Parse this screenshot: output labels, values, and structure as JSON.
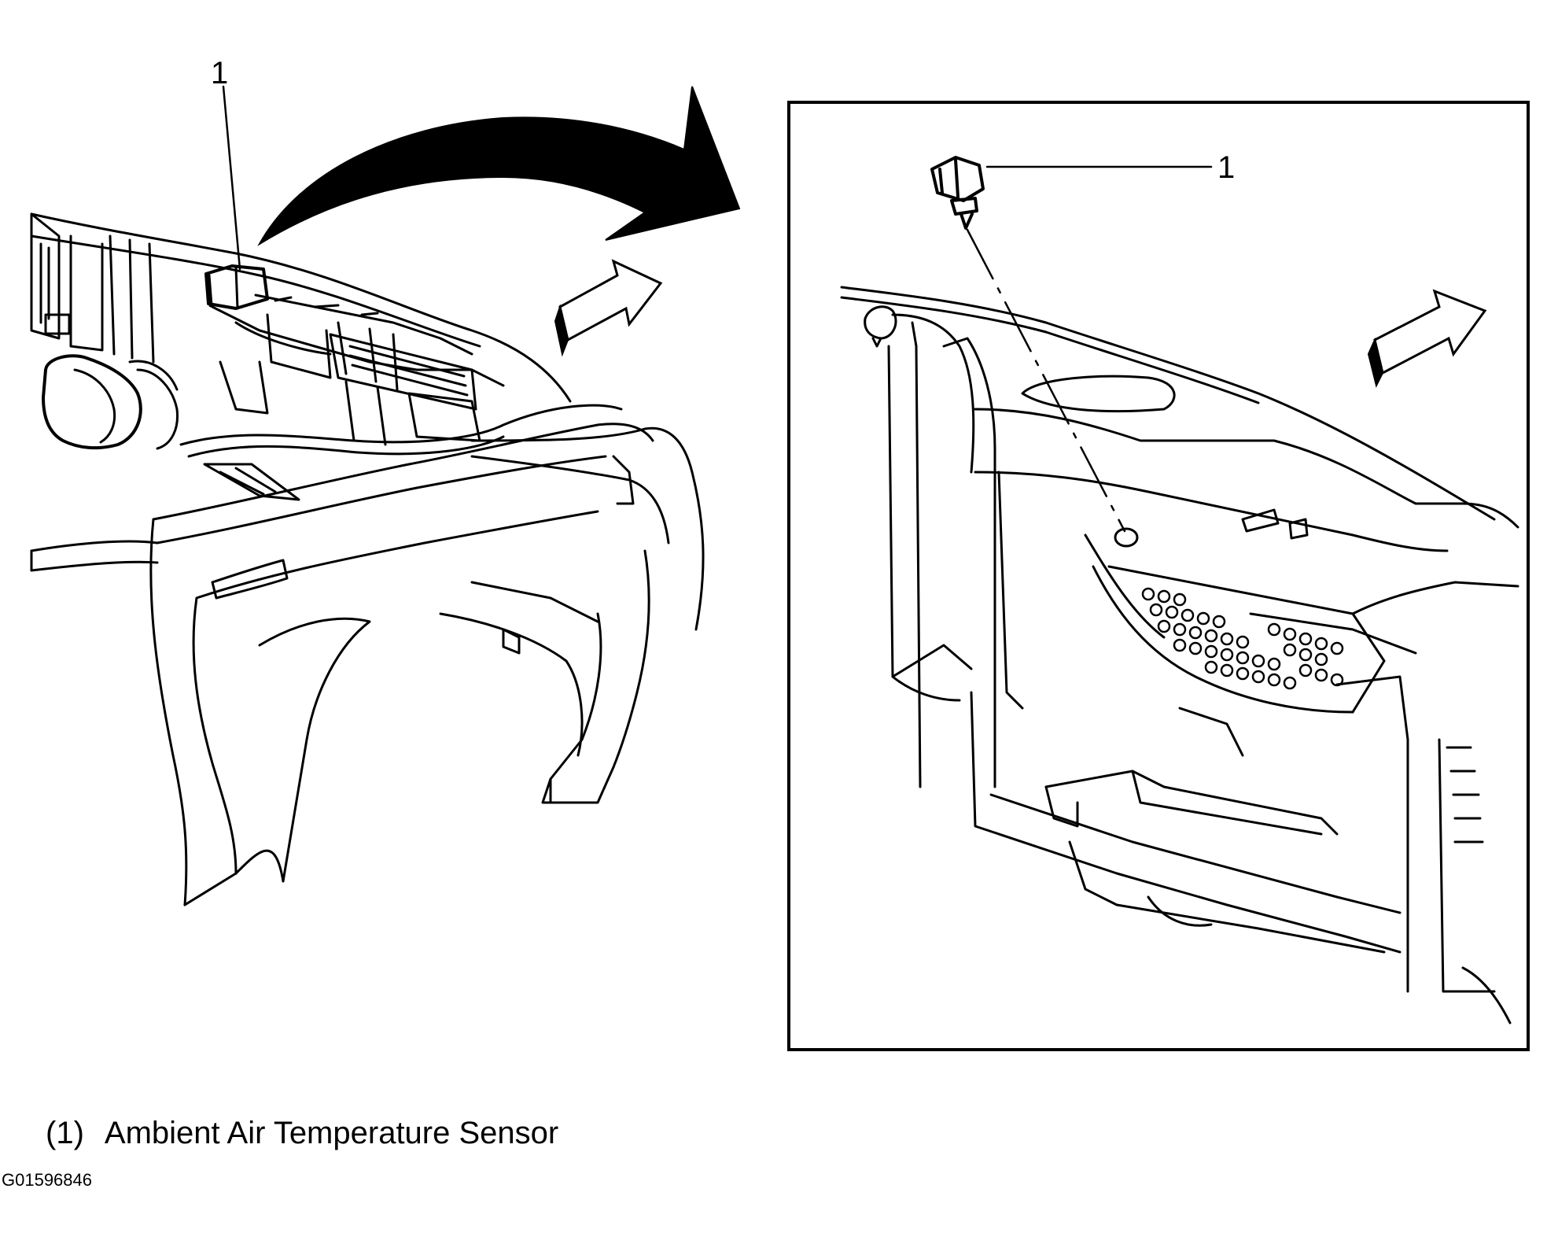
{
  "callouts": {
    "overview": "1",
    "detail": "1"
  },
  "legend": {
    "number": "(1)",
    "label": "Ambient Air Temperature Sensor"
  },
  "figure_id": "G01596846",
  "colors": {
    "ink": "#000000",
    "paper": "#ffffff"
  }
}
